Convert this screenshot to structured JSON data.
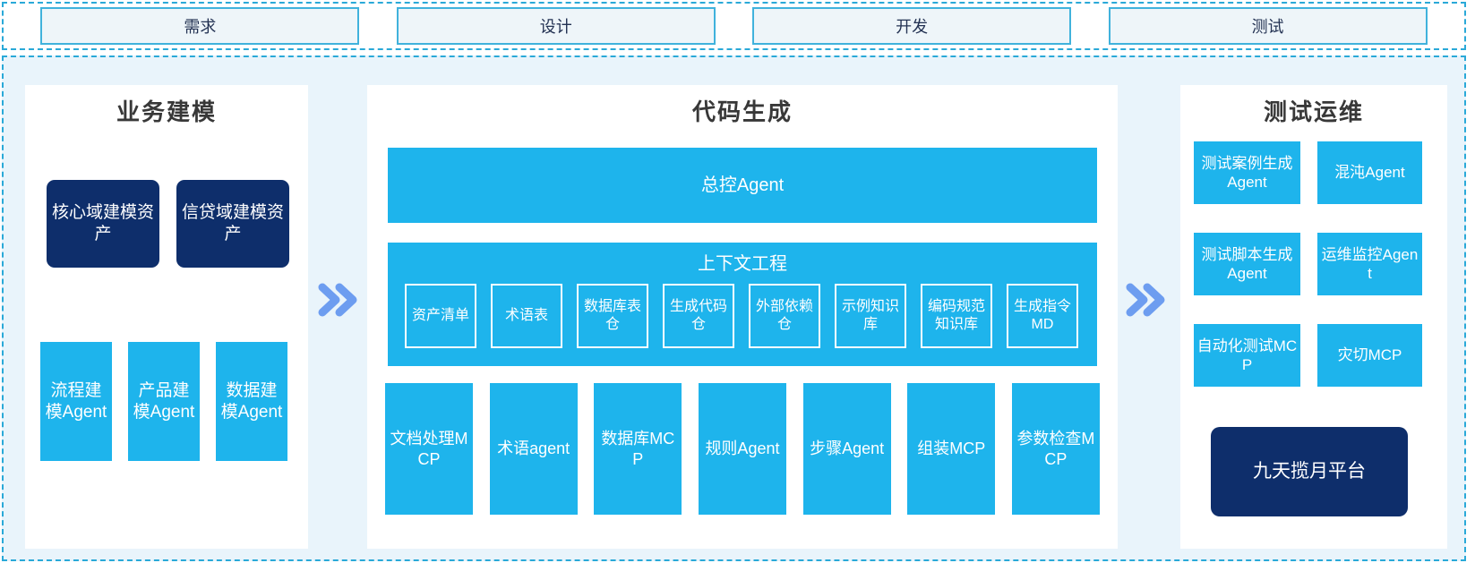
{
  "phases": [
    "需求",
    "设计",
    "开发",
    "测试"
  ],
  "colors": {
    "cyan": "#1eb4ec",
    "navy": "#0e2e6b",
    "chevron": "#6d9df0"
  },
  "business": {
    "title": "业务建模",
    "assets": [
      "核心域建模资产",
      "信贷域建模资产"
    ],
    "agents": [
      "流程建模Agent",
      "产品建模Agent",
      "数据建模Agent"
    ]
  },
  "codegen": {
    "title": "代码生成",
    "master_agent": "总控Agent",
    "context": {
      "title": "上下文工程",
      "items": [
        "资产清单",
        "术语表",
        "数据库表仓",
        "生成代码仓",
        "外部依赖仓",
        "示例知识库",
        "编码规范知识库",
        "生成指令MD"
      ]
    },
    "mcp_row": [
      "文档处理MCP",
      "术语agent",
      "数据库MCP",
      "规则Agent",
      "步骤Agent",
      "组装MCP",
      "参数检查MCP"
    ]
  },
  "testops": {
    "title": "测试运维",
    "cells": [
      "测试案例生成Agent",
      "混沌Agent",
      "测试脚本生成Agent",
      "运维监控Agent",
      "自动化测试MCP",
      "灾切MCP"
    ],
    "platform": "九天揽月平台"
  }
}
